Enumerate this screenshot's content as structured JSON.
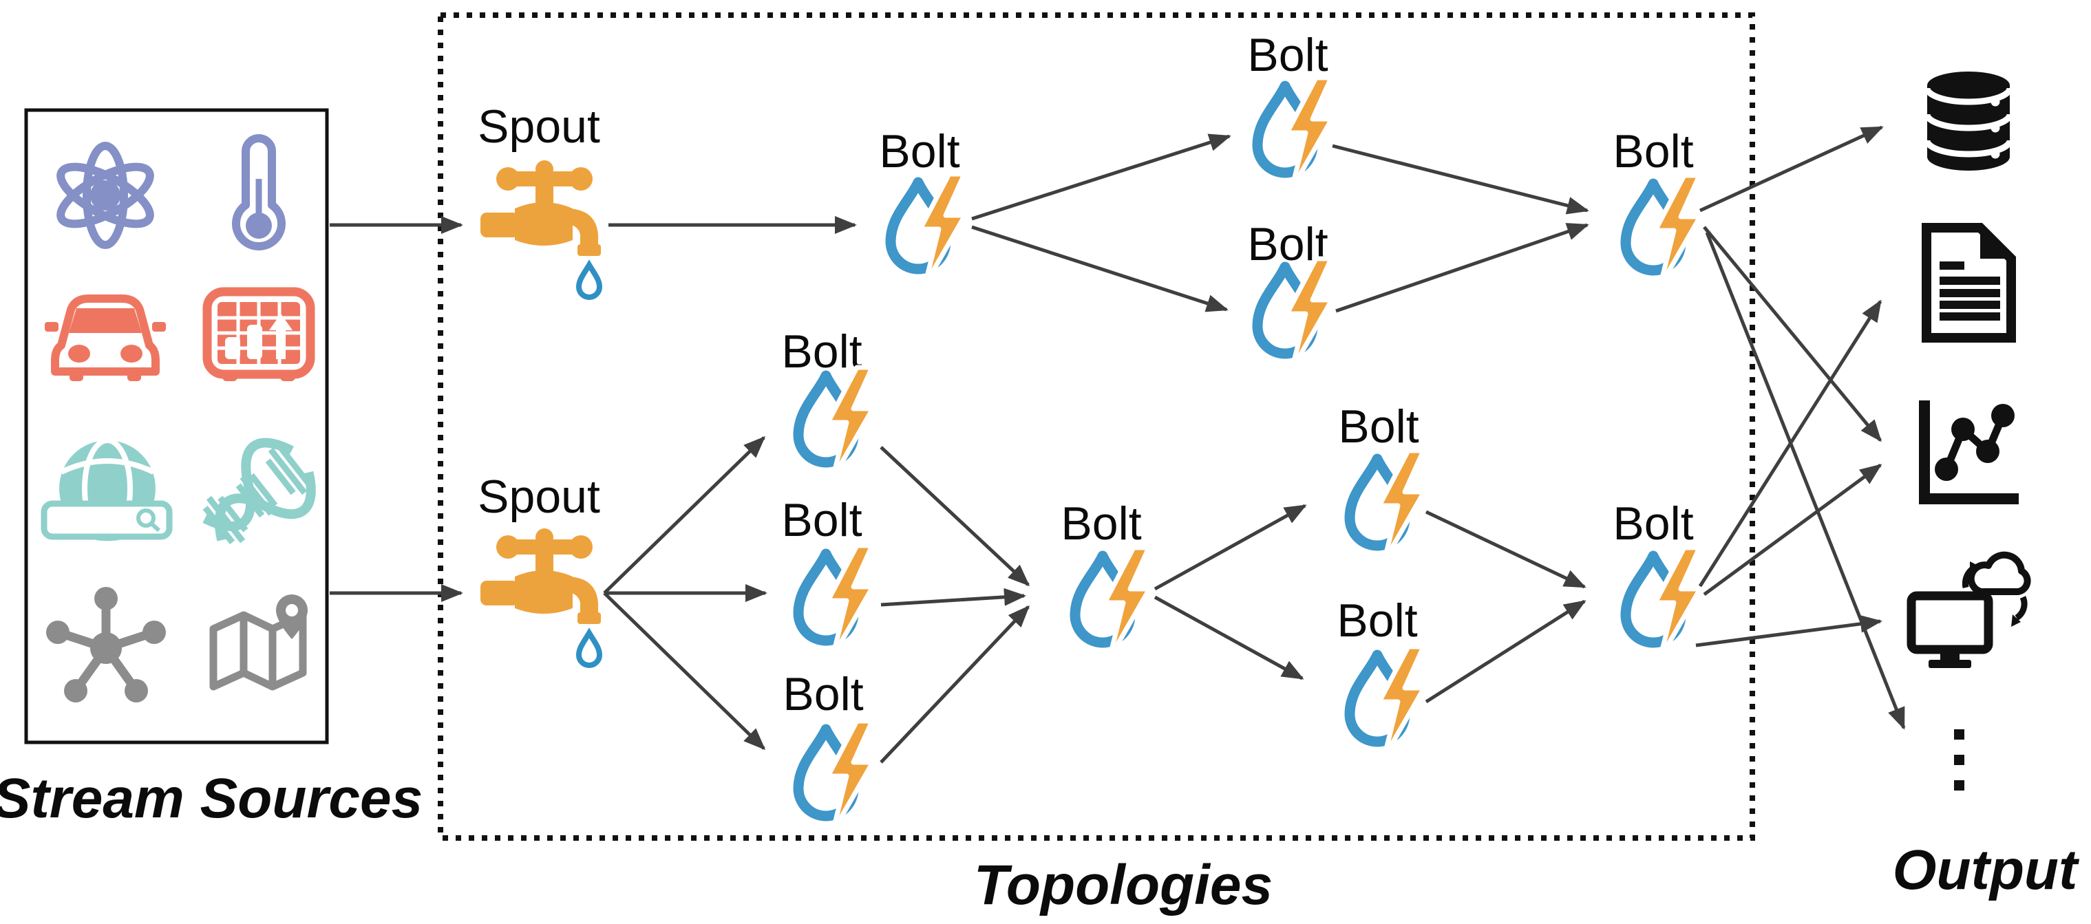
{
  "titles": {
    "stream_sources": "Stream Sources",
    "topologies": "Topologies",
    "output": "Output"
  },
  "labels": {
    "spout": "Spout",
    "bolt": "Bolt"
  },
  "stream_sources": {
    "icons": [
      "atom",
      "thermometer",
      "car",
      "dashboard-chart",
      "web-search-globe",
      "dna",
      "network-hub",
      "map-pin"
    ]
  },
  "output": {
    "icons": [
      "database",
      "document",
      "line-chart",
      "cloud-sync-display",
      "more-ellipsis"
    ]
  },
  "topologies": {
    "topology_1": {
      "nodes": [
        "Spout",
        "Bolt",
        "Bolt",
        "Bolt",
        "Bolt"
      ],
      "flow": "Spout -> Bolt -> (Bolt, Bolt) -> Bolt"
    },
    "topology_2": {
      "nodes": [
        "Spout",
        "Bolt",
        "Bolt",
        "Bolt",
        "Bolt",
        "Bolt",
        "Bolt",
        "Bolt"
      ],
      "flow": "Spout -> (Bolt, Bolt, Bolt) -> Bolt -> (Bolt, Bolt) -> Bolt"
    },
    "outputs_from_top_final_bolt": [
      "database",
      "line-chart",
      "more-ellipsis"
    ],
    "outputs_from_bottom_final_bolt": [
      "document",
      "line-chart",
      "cloud-sync-display"
    ]
  },
  "colors": {
    "spout_orange": "#eda33d",
    "bolt_drop_blue": "#3e96c9",
    "bolt_lightning_orange": "#f0a23c",
    "source_purple": "#8490c6",
    "source_salmon": "#ee7661",
    "source_teal": "#8fd0cb",
    "source_gray": "#8c8c8c",
    "arrow_gray": "#3f3f3f",
    "output_black": "#111111"
  }
}
